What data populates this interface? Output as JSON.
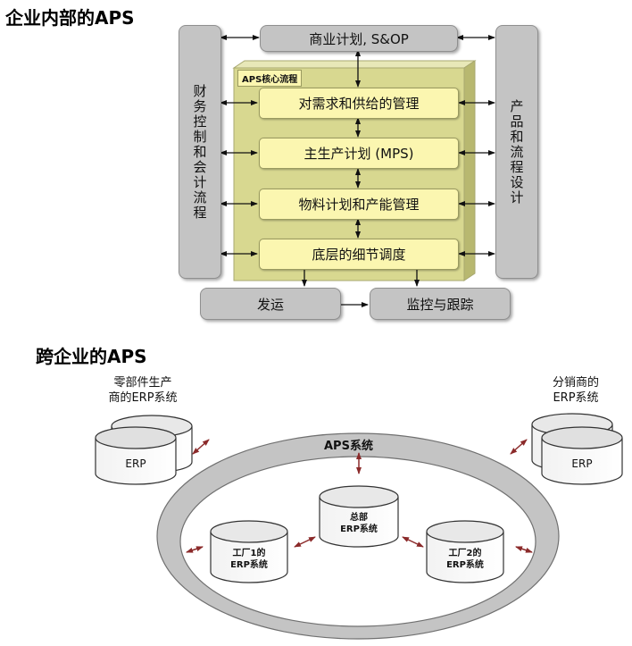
{
  "top": {
    "title": "企业内部的APS",
    "left_box": "财务控制和会计流程",
    "right_box": "产品和流程设计",
    "sop_box": "商业计划, S&OP",
    "core_label": "APS核心流程",
    "core_steps": [
      "对需求和供给的管理",
      "主生产计划 (MPS)",
      "物料计划和产能管理",
      "底层的细节调度"
    ],
    "ship_box": "发运",
    "monitor_box": "监控与跟踪"
  },
  "bottom": {
    "title": "跨企业的APS",
    "supplier_caption": [
      "零部件生产",
      "商的ERP系统"
    ],
    "distributor_caption": [
      "分销商的",
      "ERP系统"
    ],
    "erp_label": "ERP",
    "aps_system": "APS系统",
    "hq": [
      "总部",
      "ERP系统"
    ],
    "factory1": [
      "工厂1的",
      "ERP系统"
    ],
    "factory2": [
      "工厂2的",
      "ERP系统"
    ]
  },
  "colors": {
    "gray_box": "#c4c4c4",
    "core_bg": "#d8d890",
    "step_bg": "#fbf6b0",
    "arrow_red": "#8b2a2a"
  }
}
